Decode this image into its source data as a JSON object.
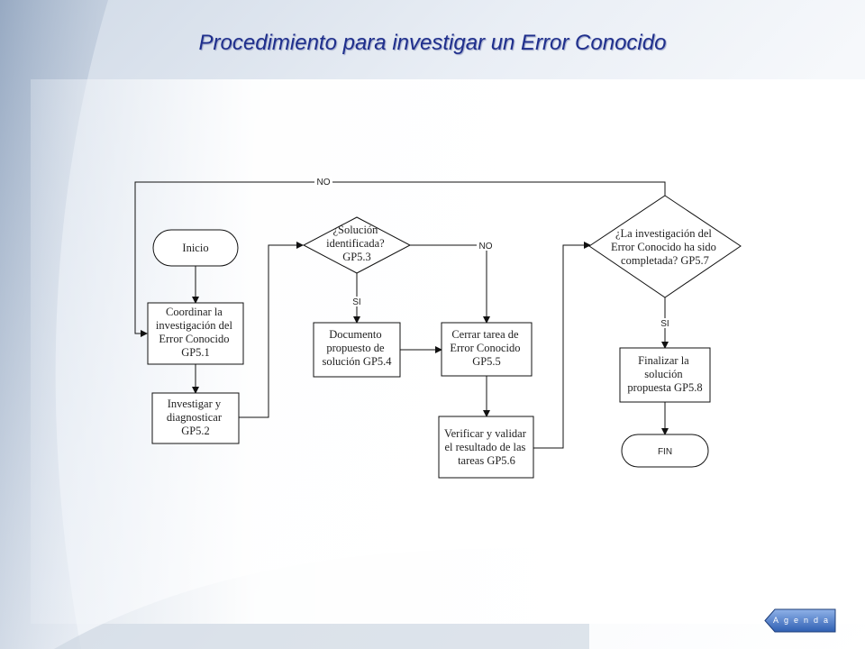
{
  "slide": {
    "title": "Procedimiento para investigar un Error Conocido"
  },
  "diagram": {
    "start": "Inicio",
    "coordinate": [
      "Coordinar la",
      "investigación del",
      "Error Conocido",
      "GP5.1"
    ],
    "investigate": [
      "Investigar y",
      "diagnosticar",
      "GP5.2"
    ],
    "decision_solution": [
      "¿Solución",
      "identificada?",
      "GP5.3"
    ],
    "document": [
      "Documento",
      "propuesto de",
      "solución GP5.4"
    ],
    "close_task": [
      "Cerrar tarea de",
      "Error Conocido",
      "GP5.5"
    ],
    "verify": [
      "Verificar y validar",
      "el resultado de las",
      "tareas GP5.6"
    ],
    "decision_complete": [
      "¿La  investigación del",
      "Error Conocido ha sido",
      "completada? GP5.7"
    ],
    "finalize": [
      "Finalizar la",
      "solución",
      "propuesta GP5.8"
    ],
    "end": "FIN",
    "label_no_top": "NO",
    "label_no_mid": "NO",
    "label_si_1": "SI",
    "label_si_2": "SI"
  },
  "nav": {
    "agenda_label": "Agenda"
  }
}
